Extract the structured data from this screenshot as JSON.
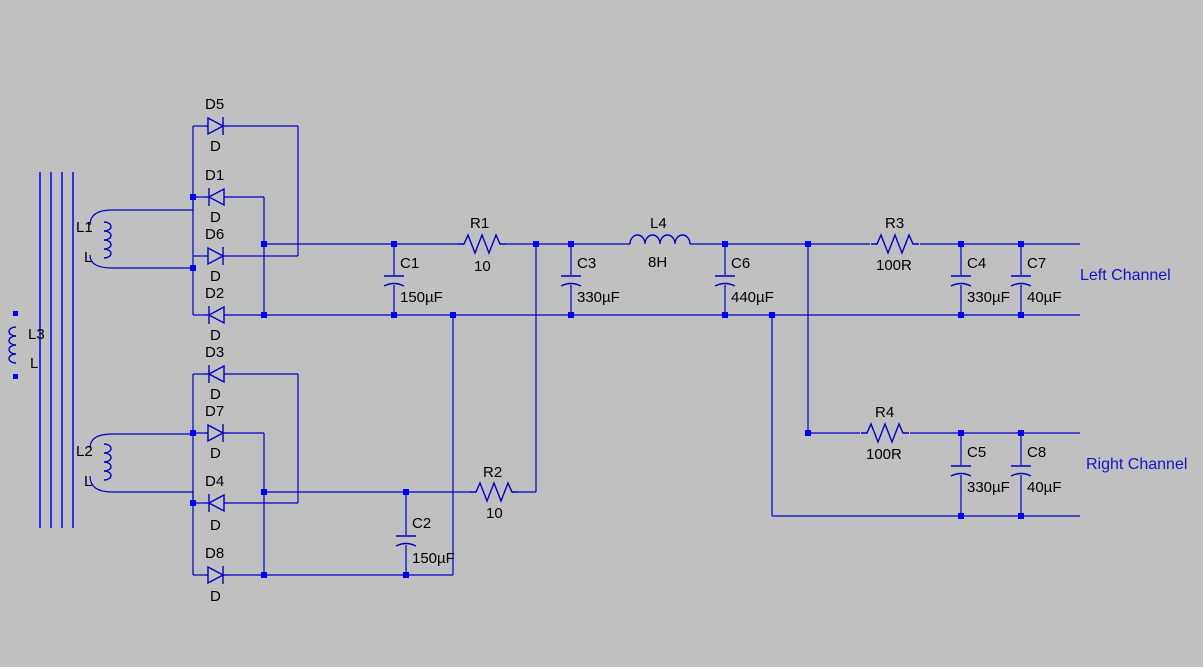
{
  "colors": {
    "background": "#c0c0c0",
    "wire": "#0000c8",
    "label_text": "#000000",
    "net_label_text": "#1414c8"
  },
  "components": {
    "L1": {
      "name": "L1",
      "value": "L"
    },
    "L2": {
      "name": "L2",
      "value": "L"
    },
    "L3": {
      "name": "L3",
      "value": "L"
    },
    "L4": {
      "name": "L4",
      "value": "8H"
    },
    "D1": {
      "name": "D1",
      "value": "D"
    },
    "D2": {
      "name": "D2",
      "value": "D"
    },
    "D3": {
      "name": "D3",
      "value": "D"
    },
    "D4": {
      "name": "D4",
      "value": "D"
    },
    "D5": {
      "name": "D5",
      "value": "D"
    },
    "D6": {
      "name": "D6",
      "value": "D"
    },
    "D7": {
      "name": "D7",
      "value": "D"
    },
    "D8": {
      "name": "D8",
      "value": "D"
    },
    "C1": {
      "name": "C1",
      "value": "150µF"
    },
    "C2": {
      "name": "C2",
      "value": "150µF"
    },
    "C3": {
      "name": "C3",
      "value": "330µF"
    },
    "C4": {
      "name": "C4",
      "value": "330µF"
    },
    "C5": {
      "name": "C5",
      "value": "330µF"
    },
    "C6": {
      "name": "C6",
      "value": "440µF"
    },
    "C7": {
      "name": "C7",
      "value": "40µF"
    },
    "C8": {
      "name": "C8",
      "value": "40µF"
    },
    "R1": {
      "name": "R1",
      "value": "10"
    },
    "R2": {
      "name": "R2",
      "value": "10"
    },
    "R3": {
      "name": "R3",
      "value": "100R"
    },
    "R4": {
      "name": "R4",
      "value": "100R"
    }
  },
  "net_labels": {
    "left": "Left Channel",
    "right": "Right Channel"
  }
}
